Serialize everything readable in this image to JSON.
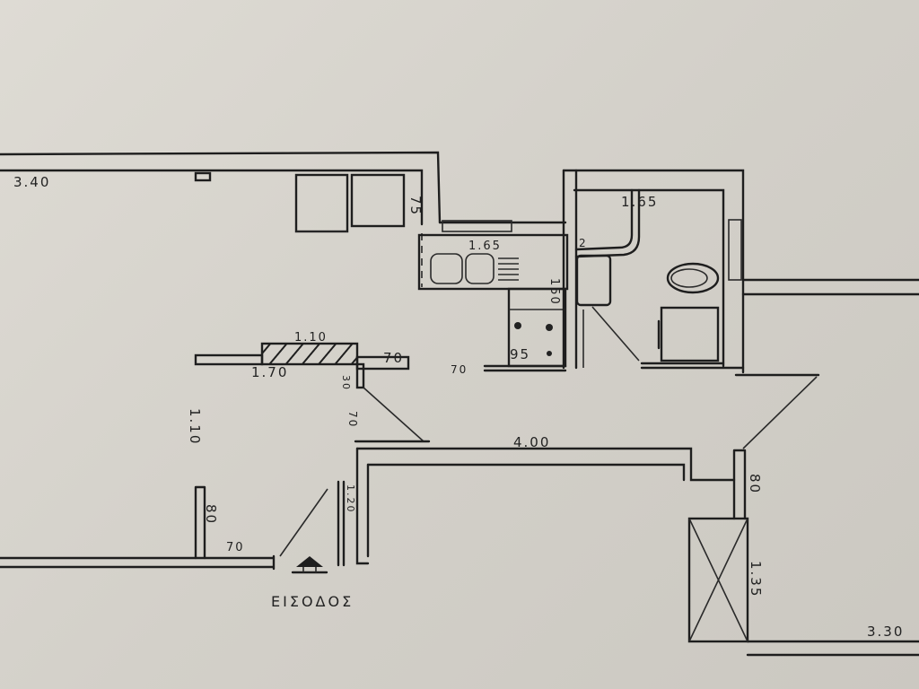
{
  "plan": {
    "entrance_label": "ΕΙΣΟΔΟΣ",
    "dimensions": {
      "top_left": "3.40",
      "wall_75": "75",
      "kitchen_counter": "1.65",
      "bathroom_width": "1.65",
      "bath_2": "2",
      "kitchen_150": "150",
      "stove_95": "95",
      "partition_110": "1.10",
      "partition_170": "1.70",
      "wall_70_top": "70",
      "opening_70": "70",
      "stub_30": "30",
      "door_70": "70",
      "left_110": "1.10",
      "corridor_400": "4.00",
      "right_80": "80",
      "entry_120": "1.20",
      "left_80": "80",
      "bottom_70": "70",
      "storage_135": "1.35",
      "bottom_right": "3.30"
    }
  }
}
